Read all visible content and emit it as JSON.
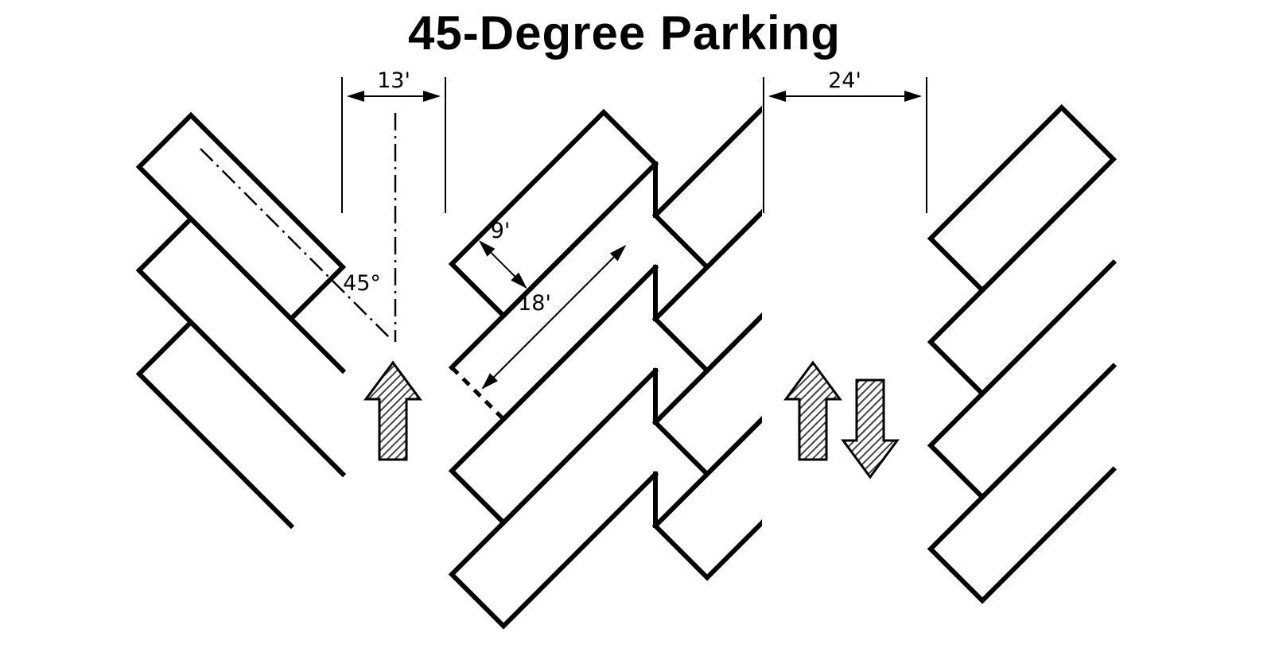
{
  "title": "45-Degree Parking",
  "labels": {
    "span_13": "13'",
    "aisle_24": "24'",
    "stall_width_9": "9'",
    "stall_depth_18": "18'",
    "angle_45": "45°"
  },
  "icons": {
    "one_way_traffic": "up-block-arrow",
    "two_way_traffic_up": "up-block-arrow",
    "two_way_traffic_down": "down-block-arrow"
  },
  "colors": {
    "line": "#000000",
    "background": "#ffffff",
    "hatch": "#444444"
  }
}
